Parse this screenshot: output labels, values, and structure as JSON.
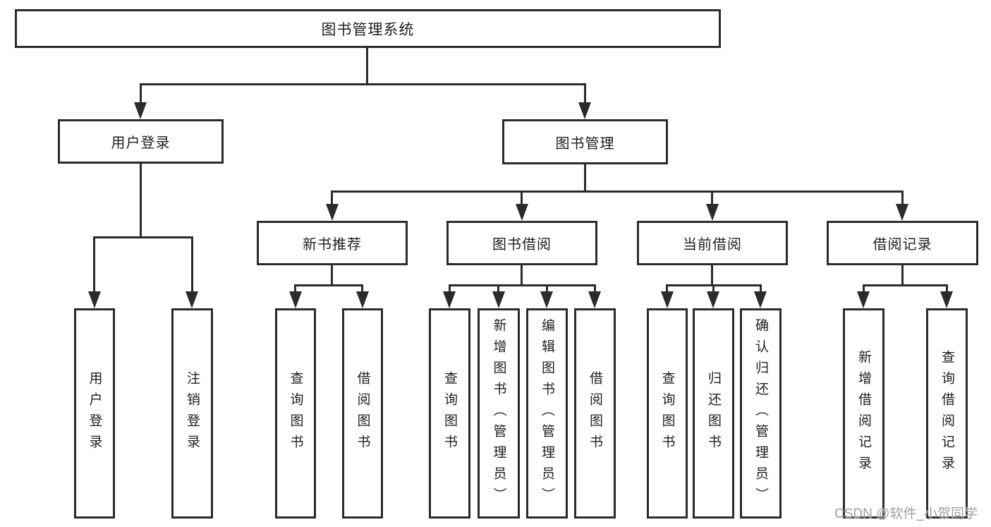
{
  "colors": {
    "line": "#2b2b2b",
    "text": "#1f1f1f",
    "watermark": "#9e9e9e",
    "background": "#ffffff"
  },
  "watermark": "CSDN @软件_小贺同学",
  "tree": {
    "label": "图书管理系统",
    "children": [
      {
        "label": "用户登录",
        "children": [
          {
            "label": "用户登录"
          },
          {
            "label": "注销登录"
          }
        ]
      },
      {
        "label": "图书管理",
        "children": [
          {
            "label": "新书推荐",
            "children": [
              {
                "label": "查询图书"
              },
              {
                "label": "借阅图书"
              }
            ]
          },
          {
            "label": "图书借阅",
            "children": [
              {
                "label": "查询图书"
              },
              {
                "label": "新增图书（管理员）"
              },
              {
                "label": "编辑图书（管理员）"
              },
              {
                "label": "借阅图书"
              }
            ]
          },
          {
            "label": "当前借阅",
            "children": [
              {
                "label": "查询图书"
              },
              {
                "label": "归还图书"
              },
              {
                "label": "确认归还（管理员）"
              }
            ]
          },
          {
            "label": "借阅记录",
            "children": [
              {
                "label": "新增借阅记录"
              },
              {
                "label": "查询借阅记录"
              }
            ]
          }
        ]
      }
    ]
  }
}
